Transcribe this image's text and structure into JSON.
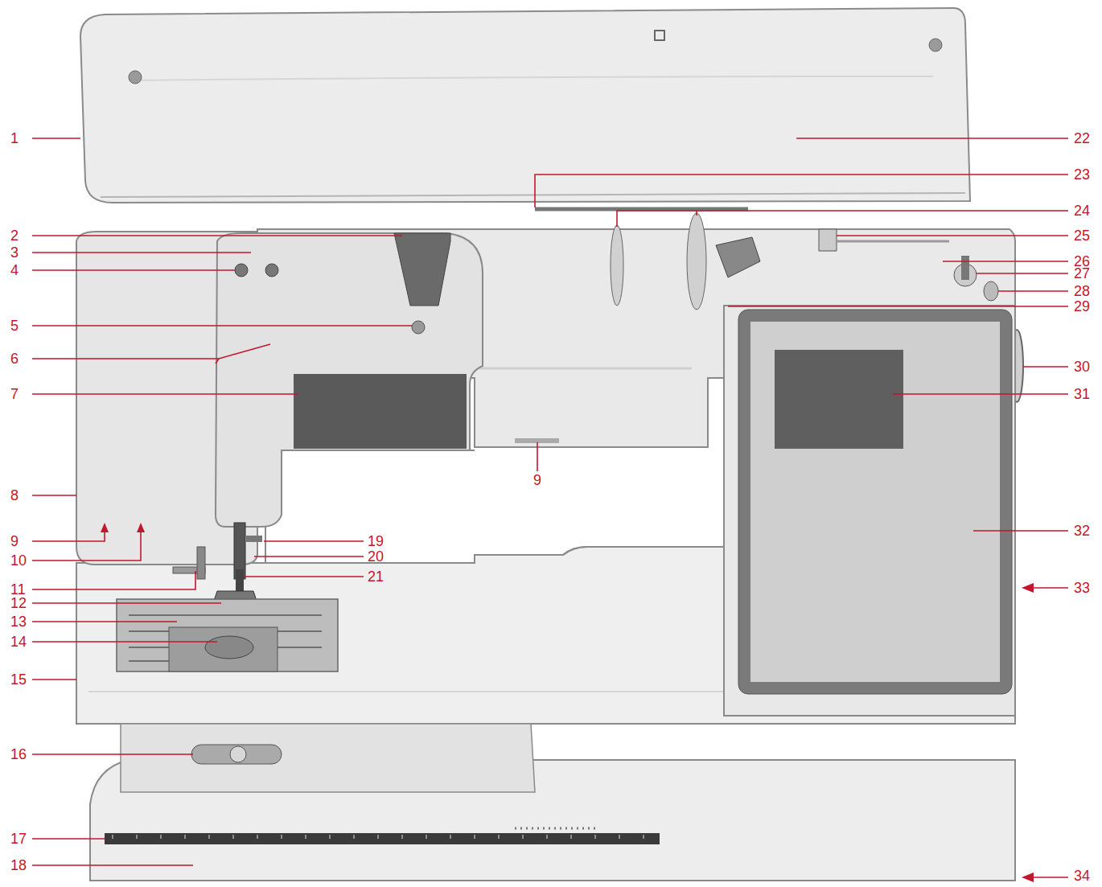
{
  "diagram": {
    "labels": [
      "1",
      "2",
      "3",
      "4",
      "5",
      "6",
      "7",
      "8",
      "9",
      "10",
      "11",
      "12",
      "13",
      "14",
      "15",
      "16",
      "17",
      "18",
      "9",
      "19",
      "20",
      "21",
      "22",
      "23",
      "24",
      "25",
      "26",
      "27",
      "28",
      "29",
      "30",
      "31",
      "32",
      "33",
      "34"
    ]
  }
}
